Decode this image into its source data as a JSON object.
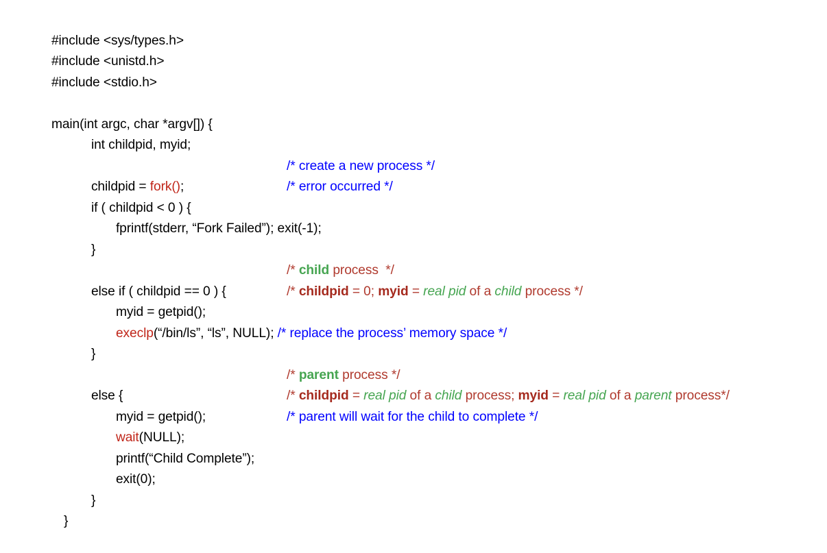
{
  "document": {
    "kind": "source-code-listing",
    "language": "C",
    "title": "fork() example program"
  },
  "colors": {
    "background": "#FFFFFF",
    "text": "#000000",
    "function_red": "#C0261A",
    "comment_blue": "#0000FF",
    "comment_red": "#B03A2E",
    "keyword_bold_red": "#A52A1E",
    "emphasis_green": "#46A551"
  },
  "lines": {
    "include_1": "#include <sys/types.h>",
    "include_2": "#include <unistd.h>",
    "include_3": "#include <stdio.h>",
    "main_signature": "main(int argc, char *argv[]) {",
    "declaration": "int childpid, myid;",
    "childpid_assign_pre": "childpid = ",
    "childpid_assign_fn": "fork()",
    "childpid_assign_post": ";",
    "comment_create": "/* create a new process */",
    "if_error": "if ( childpid < 0 ) {",
    "comment_error": "/* error occurred */",
    "fprintf_line": "fprintf(stderr, “Fork Failed”); exit(-1);",
    "close_brace_if": "}",
    "else_if_child": "else if ( childpid == 0 ) {",
    "comment_child_open": "/* ",
    "comment_child_word": "child",
    "comment_child_close": " process  */",
    "myid_getpid_child": "myid = getpid();",
    "comment_childpid_open": "/* ",
    "comment_childpid_var": "childpid",
    "comment_childpid_mid1": " = 0; ",
    "comment_childpid_var2": "myid",
    "comment_childpid_mid2": " = ",
    "comment_childpid_realpid": "real pid",
    "comment_childpid_mid3": " of a ",
    "comment_childpid_child": "child",
    "comment_childpid_end": " process */",
    "execlp_fn": "execlp",
    "execlp_args": "(“/bin/ls”, “ls”, NULL); ",
    "comment_replace": "/* replace the process’ memory space */",
    "close_brace_child": "}",
    "else_parent": "else {",
    "comment_parent_open": "/* ",
    "comment_parent_word": "parent",
    "comment_parent_close": " process */",
    "myid_getpid_parent": "myid = getpid();",
    "comment_parent_childpid_open": "/* ",
    "comment_parent_childpid_var": "childpid",
    "comment_parent_childpid_mid1": " = ",
    "comment_parent_realpid1": "real pid",
    "comment_parent_mid2": " of a ",
    "comment_parent_child": "child",
    "comment_parent_mid3": " process; ",
    "comment_parent_myid": "myid",
    "comment_parent_mid4": " = ",
    "comment_parent_realpid2": "real pid",
    "comment_parent_mid5": " of a ",
    "comment_parent_parent": "parent",
    "comment_parent_end": " process*/",
    "wait_fn": "wait",
    "wait_args": "(NULL);",
    "comment_wait": "/* parent will wait for the child to complete */",
    "printf_line": "printf(“Child Complete”);",
    "exit_line": "exit(0);",
    "close_brace_parent": "}",
    "close_brace_main": "}"
  }
}
